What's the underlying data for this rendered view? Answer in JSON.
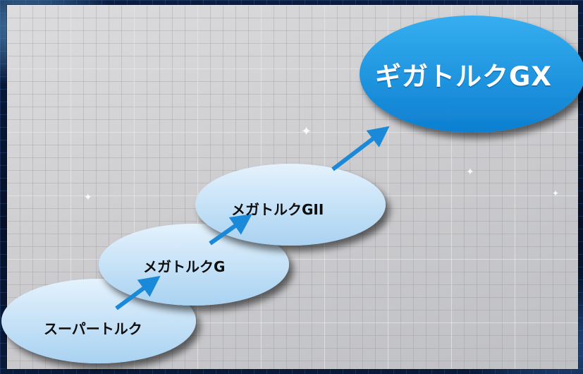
{
  "diagram": {
    "stages": [
      {
        "label": "スーパートルク"
      },
      {
        "label": "メガトルクG"
      },
      {
        "label": "メガトルクGII"
      },
      {
        "label": "ギガトルクGX"
      }
    ],
    "colors": {
      "stage_fill_light": "#d6ebfb",
      "stage_fill_dark": "#9ccbee",
      "final_fill": "#1593e0",
      "arrow": "#1a8ad8",
      "panel": "#cbcbce",
      "background": "#07122a"
    }
  }
}
